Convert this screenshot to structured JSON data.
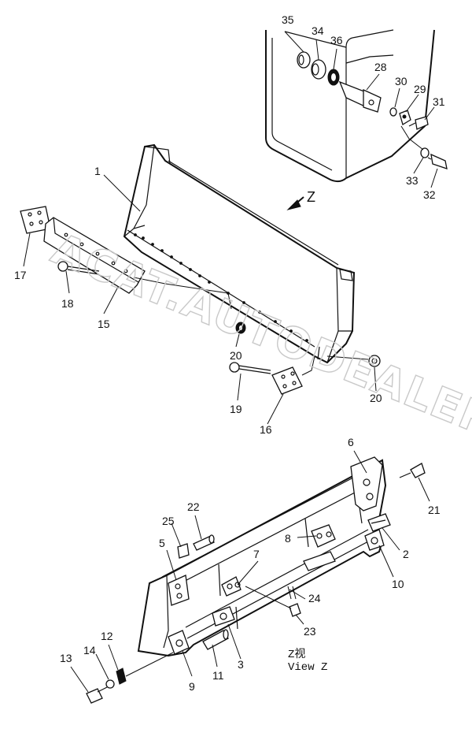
{
  "callouts": [
    {
      "id": "c35",
      "label": "35"
    },
    {
      "id": "c34",
      "label": "34"
    },
    {
      "id": "c36",
      "label": "36"
    },
    {
      "id": "c28",
      "label": "28"
    },
    {
      "id": "c30",
      "label": "30"
    },
    {
      "id": "c29",
      "label": "29"
    },
    {
      "id": "c31",
      "label": "31"
    },
    {
      "id": "c33",
      "label": "33"
    },
    {
      "id": "c32",
      "label": "32"
    },
    {
      "id": "c1",
      "label": "1"
    },
    {
      "id": "c17",
      "label": "17"
    },
    {
      "id": "c18",
      "label": "18"
    },
    {
      "id": "c15",
      "label": "15"
    },
    {
      "id": "c20a",
      "label": "20"
    },
    {
      "id": "c20b",
      "label": "20"
    },
    {
      "id": "c19",
      "label": "19"
    },
    {
      "id": "c16",
      "label": "16"
    },
    {
      "id": "c6",
      "label": "6"
    },
    {
      "id": "c21",
      "label": "21"
    },
    {
      "id": "c22",
      "label": "22"
    },
    {
      "id": "c25",
      "label": "25"
    },
    {
      "id": "c5",
      "label": "5"
    },
    {
      "id": "c8",
      "label": "8"
    },
    {
      "id": "c2",
      "label": "2"
    },
    {
      "id": "c7",
      "label": "7"
    },
    {
      "id": "c10",
      "label": "10"
    },
    {
      "id": "c24",
      "label": "24"
    },
    {
      "id": "c23",
      "label": "23"
    },
    {
      "id": "c12",
      "label": "12"
    },
    {
      "id": "c14",
      "label": "14"
    },
    {
      "id": "c13",
      "label": "13"
    },
    {
      "id": "c9",
      "label": "9"
    },
    {
      "id": "c11",
      "label": "11"
    },
    {
      "id": "c3",
      "label": "3"
    }
  ],
  "arrow_label": "Z",
  "view_label_cn": "Z视",
  "view_label_en": "View Z",
  "watermark": "ACAT.AUTODEALER.RU"
}
